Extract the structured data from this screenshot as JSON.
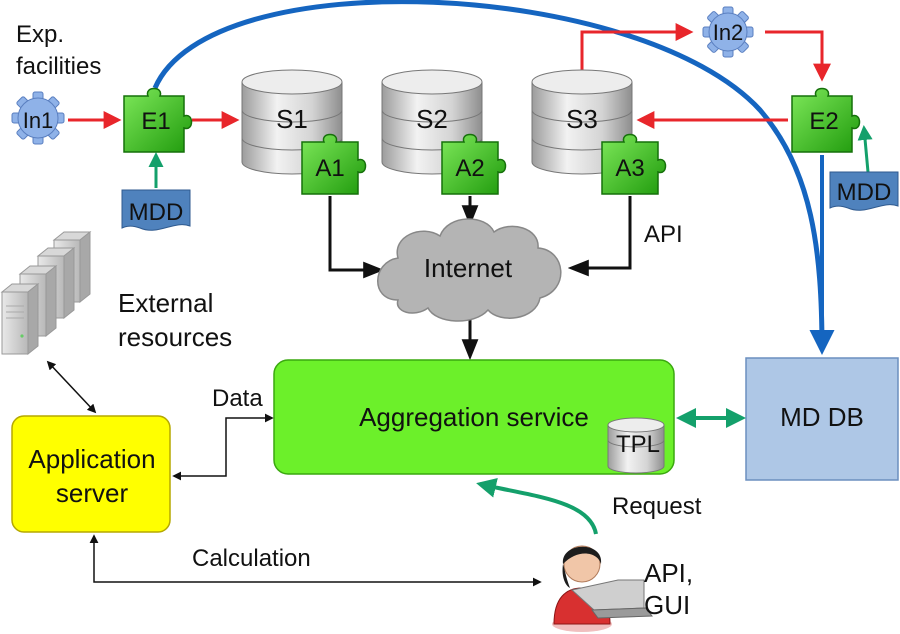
{
  "labels": {
    "exp_line1": "Exp.",
    "exp_line2": "facilities",
    "in1": "In1",
    "in2": "In2",
    "e1": "E1",
    "e2": "E2",
    "s1": "S1",
    "s2": "S2",
    "s3": "S3",
    "a1": "A1",
    "a2": "A2",
    "a3": "A3",
    "mdd_left": "MDD",
    "mdd_right": "MDD",
    "api": "API",
    "internet": "Internet",
    "external_line1": "External",
    "external_line2": "resources",
    "data": "Data",
    "aggregation": "Aggregation service",
    "tpl": "TPL",
    "mddb": "MD DB",
    "app_line1": "Application",
    "app_line2": "server",
    "request": "Request",
    "calculation": "Calculation",
    "api_gui_line1": "API,",
    "api_gui_line2": "GUI"
  },
  "colors": {
    "data_flow": "#e8262b",
    "meta_flow": "#1565c0",
    "request_flow": "#14a06b",
    "puzzle": "#3fc21b",
    "aggregation_box": "#6cf02a",
    "app_box": "#ffff00",
    "mddb_box": "#aec7e6",
    "mdd_doc": "#4f82bd",
    "cloud": "#b4b4b4",
    "gear": "#8fb2e8"
  }
}
